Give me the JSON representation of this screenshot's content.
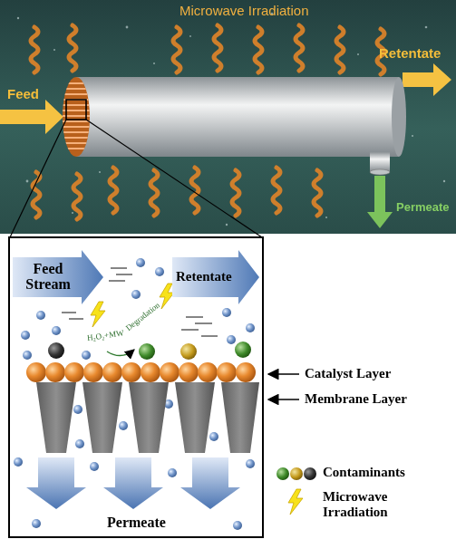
{
  "diagram": {
    "nodes": [
      {
        "text": [
          "Feed Stream"
        ]
      },
      {
        "text": [
          "Retentate"
        ]
      }
    ],
    "labels": [
      "Microwave Irradiation",
      "Feed",
      "Retentate",
      "Permeate",
      "H₂O₂+MW",
      "Degradation",
      "Catalyst Layer",
      "Membrane Layer",
      "Permeate"
    ],
    "legend": [
      {
        "text": "Contaminants"
      },
      {
        "text": "Microwave Irradiation"
      }
    ]
  }
}
